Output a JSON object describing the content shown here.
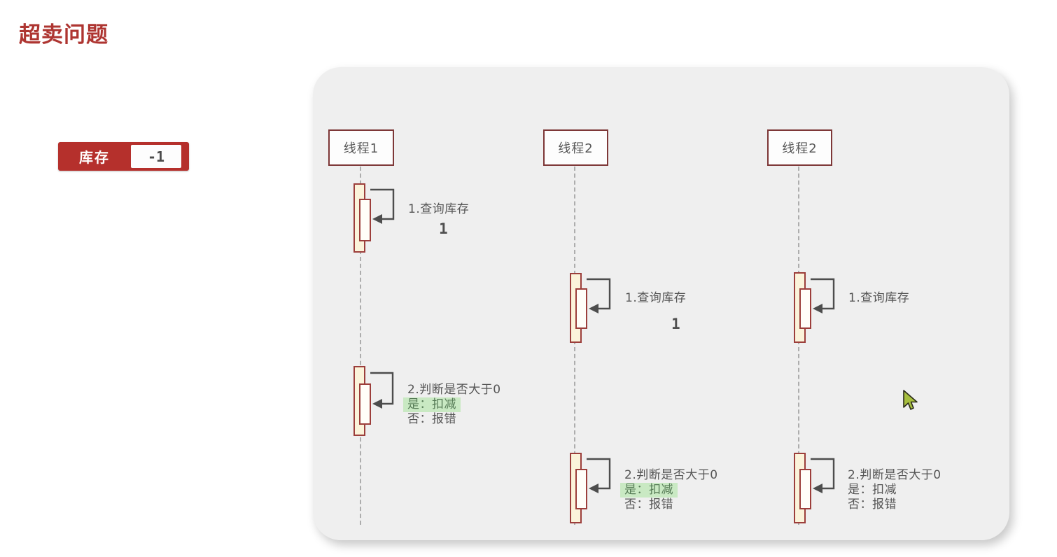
{
  "title": "超卖问题",
  "inventory": {
    "label": "库存",
    "value": "-1"
  },
  "colors": {
    "title_red": "#ae3531",
    "badge_red": "#b5302c",
    "bar_border": "#9c3e3b",
    "bar_fill": "#fbf3da",
    "panel_bg": "#efefef",
    "highlight_green": "#c9e9c3",
    "cursor_green": "#a7bf3e"
  },
  "lanes": [
    {
      "header": "线程1"
    },
    {
      "header": "线程2"
    },
    {
      "header": "线程2"
    }
  ],
  "calls": {
    "t1_query": {
      "label": "1.查询库存",
      "result": "1"
    },
    "t1_check": {
      "title": "2.判断是否大于0",
      "yes": "是：扣减",
      "no": "否：报错"
    },
    "t2_query": {
      "label": "1.查询库存",
      "result": "1"
    },
    "t2_check": {
      "title": "2.判断是否大于0",
      "yes": "是：扣减",
      "no": "否：报错"
    },
    "t3_query": {
      "label": "1.查询库存"
    },
    "t3_check": {
      "title": "2.判断是否大于0",
      "yes": "是：扣减",
      "no": "否：报错"
    }
  }
}
